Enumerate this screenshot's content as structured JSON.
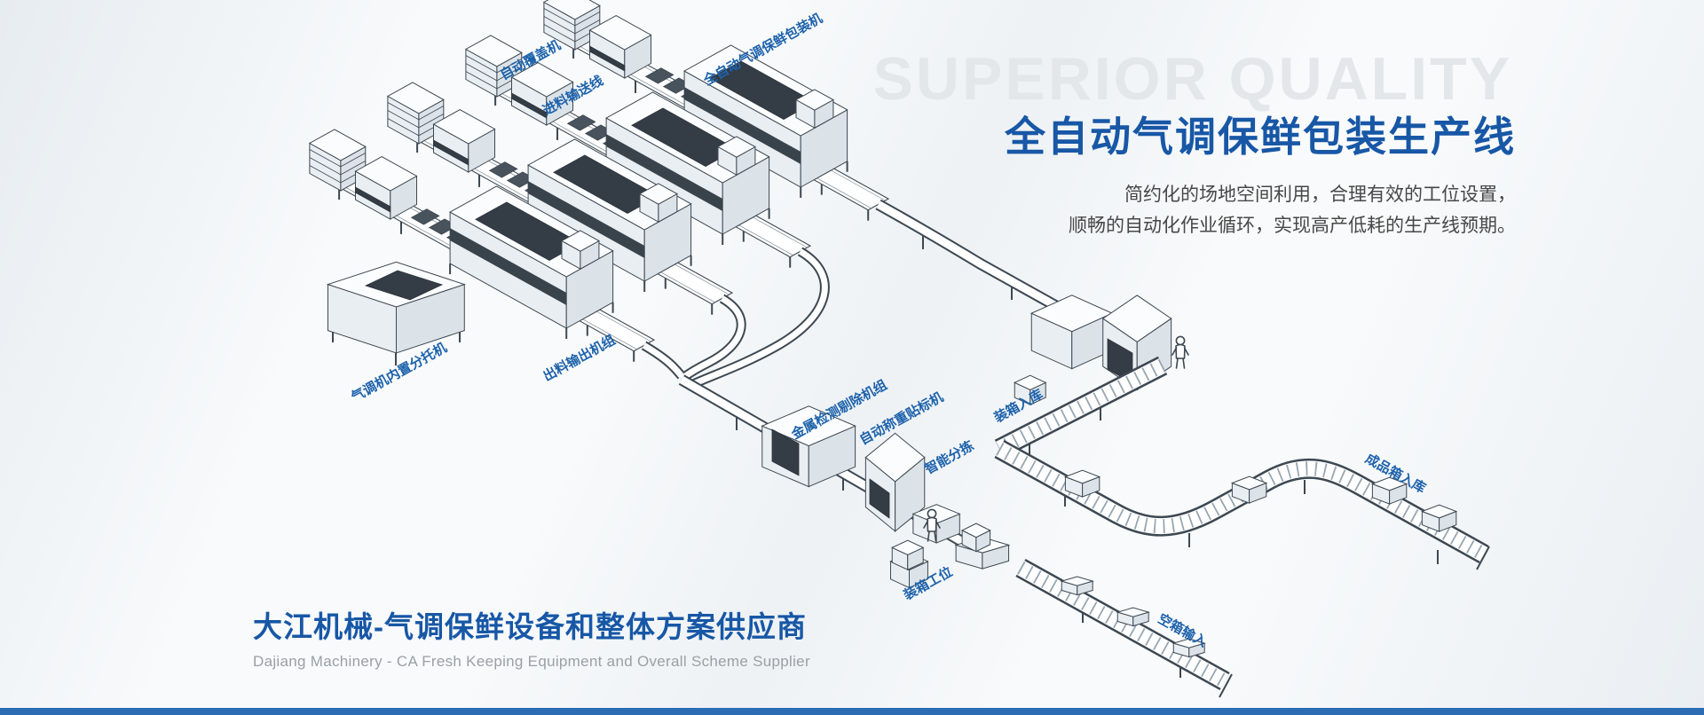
{
  "colors": {
    "accent": "#1757a6",
    "label_blue": "#1d62ab",
    "watermark_gray": "#e4e7ea",
    "line_ink": "#3d4852",
    "bottom_bar": "#2c6cb5"
  },
  "watermark": {
    "text": "SUPERIOR QUALITY"
  },
  "hero": {
    "title": "全自动气调保鲜包装生产线",
    "subtitle_line1": "简约化的场地空间利用，合理有效的工位设置，",
    "subtitle_line2": "顺畅的自动化作业循环，实现高产低耗的生产线预期。"
  },
  "footer": {
    "title": "大江机械-气调保鲜设备和整体方案供应商",
    "subtitle": "Dajiang Machinery - CA Fresh Keeping Equipment and Overall Scheme Supplier"
  },
  "diagram": {
    "labels": [
      {
        "text": "自动覆盖机"
      },
      {
        "text": "进料输送线"
      },
      {
        "text": "全自动气调保鲜包装机"
      },
      {
        "text": "气调机内置分托机"
      },
      {
        "text": "出料输出机组"
      },
      {
        "text": "金属检测剔除机组"
      },
      {
        "text": "自动称重贴标机"
      },
      {
        "text": "智能分拣"
      },
      {
        "text": "装箱入库"
      },
      {
        "text": "装箱工位"
      },
      {
        "text": "成品箱入库"
      },
      {
        "text": "空箱输入"
      }
    ]
  }
}
